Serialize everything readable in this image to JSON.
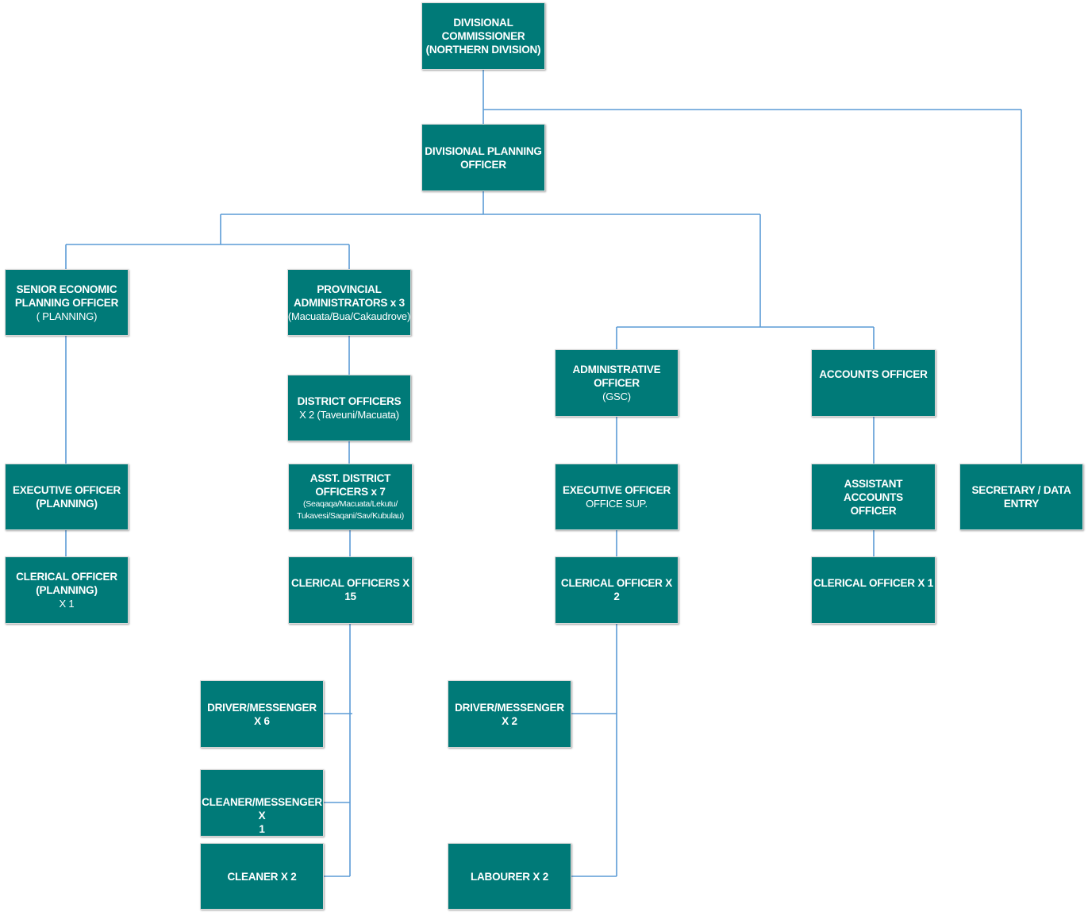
{
  "chart_colors": {
    "box_fill": "#007a78",
    "box_border": "#d9d9d9",
    "box_text": "#ffffff",
    "connector": "#5b9bd5"
  },
  "nodes": {
    "divisional_commissioner": {
      "line1": "DIVISIONAL",
      "line2": "COMMISSIONER",
      "line3": "(NORTHERN DIVISION)"
    },
    "divisional_planning_officer": {
      "line1": "DIVISIONAL PLANNING",
      "line2": "OFFICER"
    },
    "senior_economic_planning_officer": {
      "line1": "SENIOR ECONOMIC",
      "line2": "PLANNING OFFICER",
      "sub": "( PLANNING)"
    },
    "provincial_administrators": {
      "line1": "PROVINCIAL",
      "line2": "ADMINISTRATORS x 3",
      "sub": "(Macuata/Bua/Cakaudrove)"
    },
    "district_officers": {
      "line1": "DISTRICT OFFICERS",
      "sub": "X 2 (Taveuni/Macuata)"
    },
    "asst_district_officers": {
      "line1": "ASST. DISTRICT",
      "line2": "OFFICERS x 7",
      "sub1": "(Seaqaqa/Macuata/Lekutu/",
      "sub2": "Tukavesi/Saqani/Sav/Kubulau)"
    },
    "clerical_officers_15": {
      "line1": "CLERICAL OFFICERS X 15"
    },
    "administrative_officer": {
      "line1": "ADMINISTRATIVE",
      "line2": "OFFICER",
      "sub": "(GSC)"
    },
    "accounts_officer": {
      "line1": "ACCOUNTS OFFICER"
    },
    "executive_officer_planning": {
      "line1": "EXECUTIVE OFFICER",
      "line2": "(PLANNING)"
    },
    "clerical_officer_planning": {
      "line1": "CLERICAL  OFFICER",
      "line2": "(PLANNING)",
      "sub": "X 1"
    },
    "executive_officer_office_sup": {
      "line1": "EXECUTIVE  OFFICER",
      "sub": "OFFICE SUP."
    },
    "clerical_officer_2": {
      "line1": "CLERICAL OFFICER X 2"
    },
    "assistant_accounts_officer": {
      "line1": "ASSISTANT ACCOUNTS",
      "line2": "OFFICER"
    },
    "clerical_officer_1": {
      "line1": "CLERICAL OFFICER X 1"
    },
    "secretary_data_entry": {
      "line1": "SECRETARY / DATA",
      "line2": "ENTRY"
    },
    "driver_messenger_6": {
      "line1": "DRIVER/MESSENGER X 6"
    },
    "cleaner_messenger_1": {
      "line1": "CLEANER/MESSENGER X",
      "line2": "1"
    },
    "cleaner_2": {
      "line1": "CLEANER X 2"
    },
    "driver_messenger_2": {
      "line1": "DRIVER/MESSENGER X 2"
    },
    "labourer_2": {
      "line1": "LABOURER X 2"
    }
  }
}
